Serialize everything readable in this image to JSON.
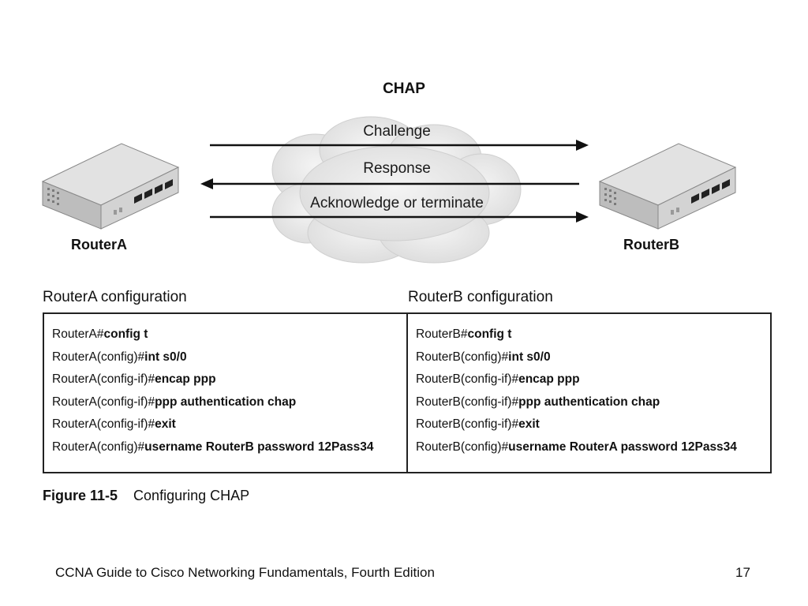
{
  "diagram": {
    "title": "CHAP",
    "messages": [
      {
        "label": "Challenge",
        "direction": "right"
      },
      {
        "label": "Response",
        "direction": "left"
      },
      {
        "label": "Acknowledge or terminate",
        "direction": "right"
      }
    ],
    "routers": [
      {
        "name": "RouterA"
      },
      {
        "name": "RouterB"
      }
    ]
  },
  "config": {
    "left": {
      "heading": "RouterA configuration",
      "lines": [
        {
          "prompt": "RouterA#",
          "command": "config t"
        },
        {
          "prompt": "RouterA(config)#",
          "command": "int s0/0"
        },
        {
          "prompt": "RouterA(config-if)#",
          "command": "encap ppp"
        },
        {
          "prompt": "RouterA(config-if)#",
          "command": "ppp authentication chap"
        },
        {
          "prompt": "RouterA(config-if)#",
          "command": "exit"
        },
        {
          "prompt": "RouterA(config)#",
          "command": "username RouterB password 12Pass34"
        }
      ]
    },
    "right": {
      "heading": "RouterB configuration",
      "lines": [
        {
          "prompt": "RouterB#",
          "command": "config t"
        },
        {
          "prompt": "RouterB(config)#",
          "command": "int s0/0"
        },
        {
          "prompt": "RouterB(config-if)#",
          "command": "encap ppp"
        },
        {
          "prompt": "RouterB(config-if)#",
          "command": "ppp authentication chap"
        },
        {
          "prompt": "RouterB(config-if)#",
          "command": "exit"
        },
        {
          "prompt": "RouterB(config)#",
          "command": "username RouterA password 12Pass34"
        }
      ]
    }
  },
  "caption": {
    "figure_number": "Figure 11-5",
    "text": "Configuring CHAP"
  },
  "footer": {
    "book_title": "CCNA Guide to Cisco Networking Fundamentals, Fourth Edition",
    "page_number": "17"
  }
}
